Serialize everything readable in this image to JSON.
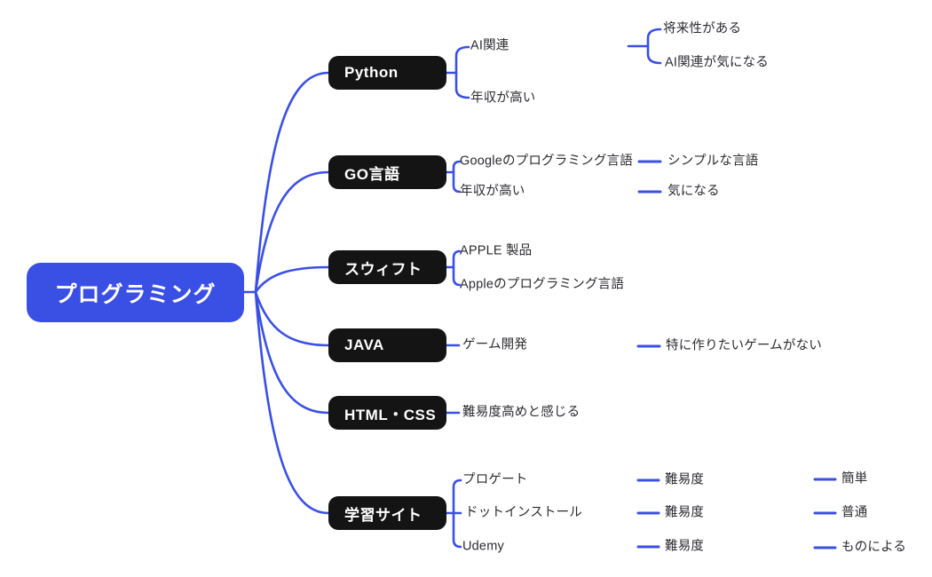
{
  "root": {
    "label": "プログラミング"
  },
  "branches": [
    {
      "label": "Python",
      "children": [
        {
          "label": "AI関連",
          "children": [
            {
              "label": "将来性がある"
            },
            {
              "label": "AI関連が気になる"
            }
          ]
        },
        {
          "label": "年収が高い"
        }
      ]
    },
    {
      "label": "GO言語",
      "children": [
        {
          "label": "Googleのプログラミング言語",
          "children": [
            {
              "label": "シンプルな言語"
            }
          ]
        },
        {
          "label": "年収が高い",
          "children": [
            {
              "label": "気になる"
            }
          ]
        }
      ]
    },
    {
      "label": "スウィフト",
      "children": [
        {
          "label": "APPLE 製品"
        },
        {
          "label": "Appleのプログラミング言語"
        }
      ]
    },
    {
      "label": "JAVA",
      "children": [
        {
          "label": "ゲーム開発",
          "children": [
            {
              "label": "特に作りたいゲームがない"
            }
          ]
        }
      ]
    },
    {
      "label": "HTML・CSS",
      "children": [
        {
          "label": "難易度高めと感じる"
        }
      ]
    },
    {
      "label": "学習サイト",
      "children": [
        {
          "label": "プロゲート",
          "children": [
            {
              "label": "難易度",
              "children": [
                {
                  "label": "簡単"
                }
              ]
            }
          ]
        },
        {
          "label": "ドットインストール",
          "children": [
            {
              "label": "難易度",
              "children": [
                {
                  "label": "普通"
                }
              ]
            }
          ]
        },
        {
          "label": "Udemy",
          "children": [
            {
              "label": "難易度",
              "children": [
                {
                  "label": "ものによる"
                }
              ]
            }
          ]
        }
      ]
    }
  ],
  "colors": {
    "accent": "#3A4FE4",
    "node-bg": "#141414",
    "node-text": "#FFFFFF",
    "label-text": "#2B2B30",
    "background": "#FFFFFF"
  }
}
